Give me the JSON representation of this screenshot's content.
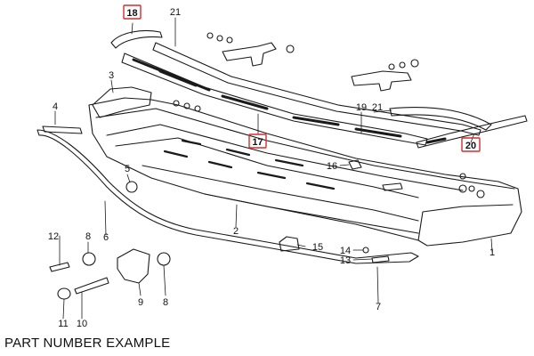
{
  "caption": "PART NUMBER EXAMPLE",
  "highlight_color": "#d32f2f",
  "callouts": [
    {
      "id": "c18",
      "text": "18",
      "highlighted": true
    },
    {
      "id": "c21a",
      "text": "21",
      "highlighted": false
    },
    {
      "id": "c3",
      "text": "3",
      "highlighted": false
    },
    {
      "id": "c4",
      "text": "4",
      "highlighted": false
    },
    {
      "id": "c19",
      "text": "19",
      "highlighted": false
    },
    {
      "id": "c21b",
      "text": "21",
      "highlighted": false
    },
    {
      "id": "c17",
      "text": "17",
      "highlighted": true
    },
    {
      "id": "c20",
      "text": "20",
      "highlighted": true
    },
    {
      "id": "c5",
      "text": "5",
      "highlighted": false
    },
    {
      "id": "c16",
      "text": "16",
      "highlighted": false
    },
    {
      "id": "c12",
      "text": "12",
      "highlighted": false
    },
    {
      "id": "c8a",
      "text": "8",
      "highlighted": false
    },
    {
      "id": "c6",
      "text": "6",
      "highlighted": false
    },
    {
      "id": "c2",
      "text": "2",
      "highlighted": false
    },
    {
      "id": "c15",
      "text": "15",
      "highlighted": false
    },
    {
      "id": "c14",
      "text": "14",
      "highlighted": false
    },
    {
      "id": "c13",
      "text": "13",
      "highlighted": false
    },
    {
      "id": "c1",
      "text": "1",
      "highlighted": false
    },
    {
      "id": "c9",
      "text": "9",
      "highlighted": false
    },
    {
      "id": "c8b",
      "text": "8",
      "highlighted": false
    },
    {
      "id": "c7",
      "text": "7",
      "highlighted": false
    },
    {
      "id": "c11",
      "text": "11",
      "highlighted": false
    },
    {
      "id": "c10",
      "text": "10",
      "highlighted": false
    }
  ]
}
